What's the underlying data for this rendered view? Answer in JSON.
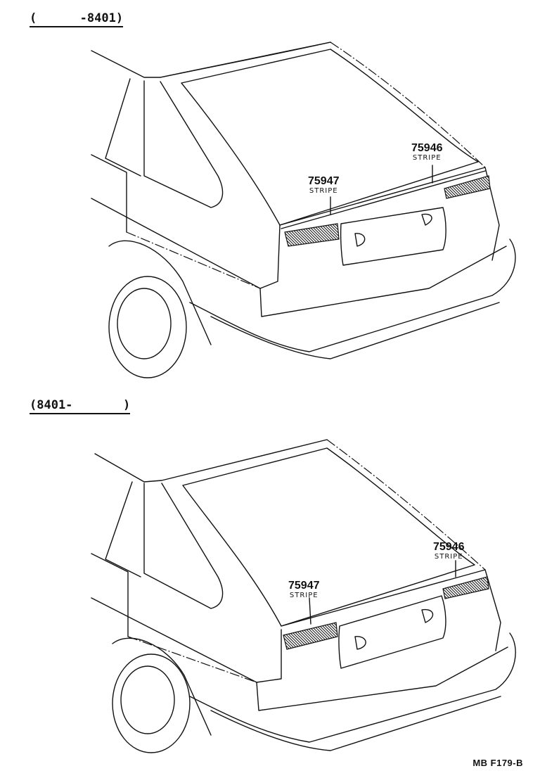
{
  "sections": [
    {
      "label": "(      -8401)",
      "callouts": [
        {
          "part_number": "75947",
          "name": "STRIPE"
        },
        {
          "part_number": "75946",
          "name": "STRIPE"
        }
      ]
    },
    {
      "label": "(8401-       )",
      "callouts": [
        {
          "part_number": "75947",
          "name": "STRIPE"
        },
        {
          "part_number": "75946",
          "name": "STRIPE"
        }
      ]
    }
  ],
  "figure_code": "MB F179-B"
}
